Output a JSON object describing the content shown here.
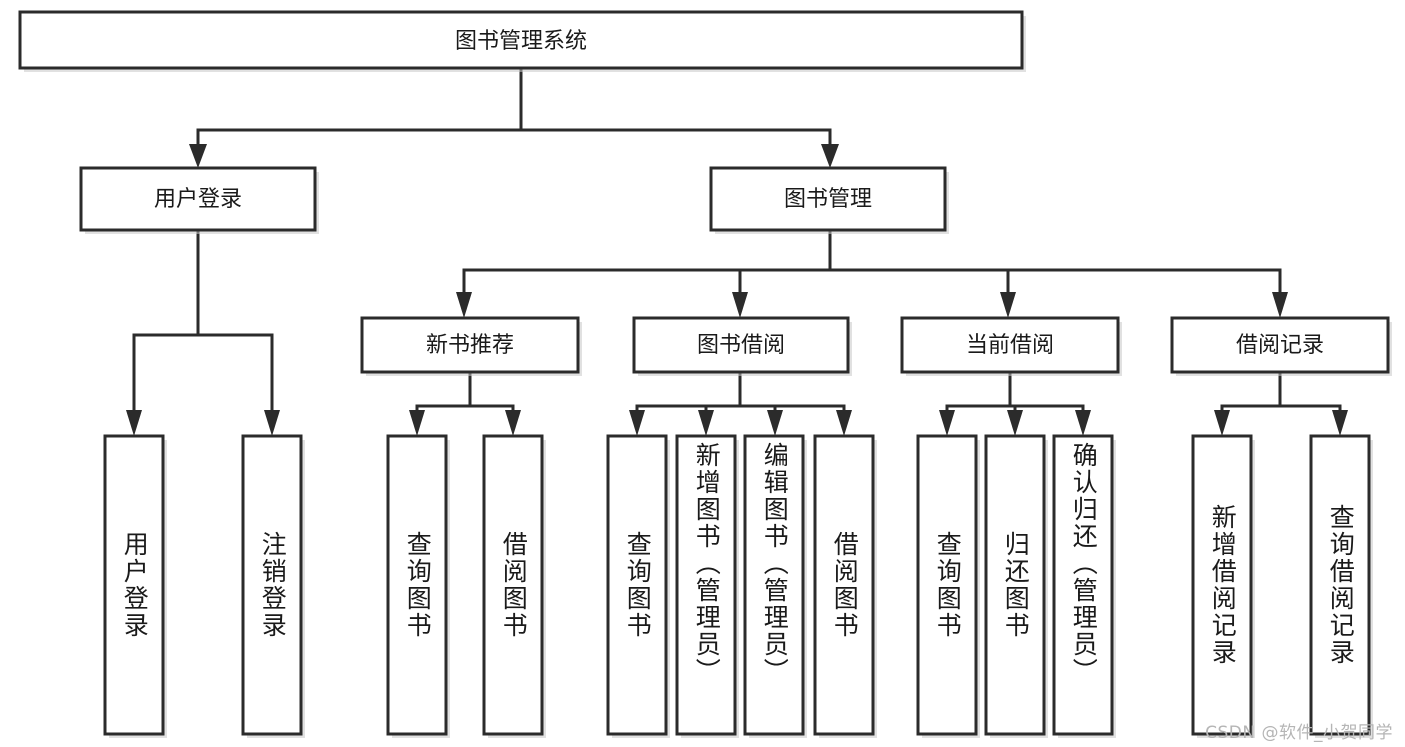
{
  "diagram": {
    "type": "tree-hierarchy",
    "title": "图书管理系统",
    "orientation": "top-down",
    "root": {
      "label": "图书管理系统",
      "level": 0
    },
    "level1": [
      {
        "label": "用户登录"
      },
      {
        "label": "图书管理"
      }
    ],
    "level2": [
      {
        "label": "新书推荐"
      },
      {
        "label": "图书借阅"
      },
      {
        "label": "当前借阅"
      },
      {
        "label": "借阅记录"
      }
    ],
    "leaves": {
      "user_login": [
        {
          "label": "用户登录"
        },
        {
          "label": "注销登录"
        }
      ],
      "new_book_rec": [
        {
          "label": "查询图书"
        },
        {
          "label": "借阅图书"
        }
      ],
      "book_borrow": [
        {
          "label": "查询图书"
        },
        {
          "label": "新增图书（管理员）"
        },
        {
          "label": "编辑图书（管理员）"
        },
        {
          "label": "借阅图书"
        }
      ],
      "current_borrow": [
        {
          "label": "查询图书"
        },
        {
          "label": "归还图书"
        },
        {
          "label": "确认归还（管理员）"
        }
      ],
      "borrow_record": [
        {
          "label": "新增借阅记录"
        },
        {
          "label": "查询借阅记录"
        }
      ]
    }
  },
  "watermark": {
    "text": "CSDN @软件_小贺同学"
  },
  "colors": {
    "stroke": "#2b2b2b",
    "fill": "#ffffff",
    "text": "#1a1a1a",
    "watermark": "#b5b5b5",
    "background": "#ffffff"
  }
}
